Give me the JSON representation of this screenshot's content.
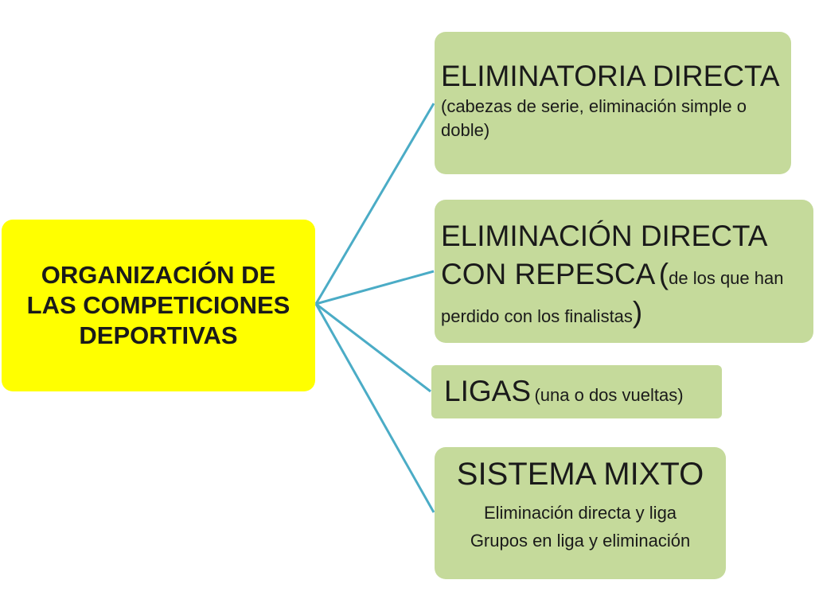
{
  "root": {
    "title": "ORGANIZACIÓN DE LAS COMPETICIONES DEPORTIVAS"
  },
  "branches": [
    {
      "title": "ELIMINATORIA DIRECTA",
      "subtitle": "(cabezas de serie, eliminación simple o doble)"
    },
    {
      "title": "ELIMINACIÓN DIRECTA CON REPESCA",
      "open_paren": "(",
      "subtitle": "de los que han perdido con los finalistas",
      "close_paren": ")"
    },
    {
      "title": "LIGAS",
      "subtitle": "(una o dos vueltas)"
    },
    {
      "title": "SISTEMA MIXTO",
      "lines": [
        "Eliminación directa y liga",
        "Grupos en liga y eliminación"
      ]
    }
  ],
  "colors": {
    "root_fill": "#ffff00",
    "branch_fill": "#c5da9b",
    "connector": "#4bacc6"
  }
}
